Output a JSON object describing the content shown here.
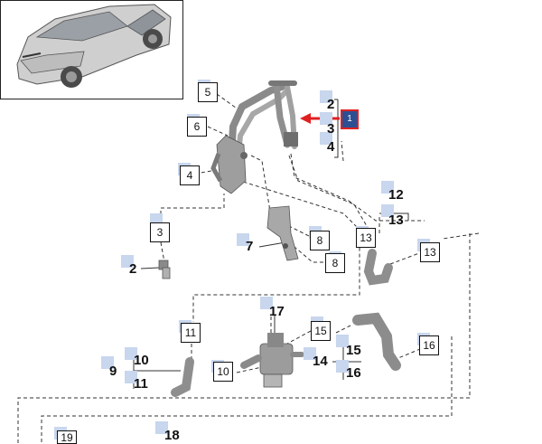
{
  "colors": {
    "marker": "#c8d6ee",
    "accent_red": "#e02020",
    "callout_fill": "#2b4f92",
    "line": "#333333",
    "part": "#9a9a9a"
  },
  "callout": {
    "label": "1"
  },
  "boxed_labels": {
    "b5": "5",
    "b6": "6",
    "b4": "4",
    "b3": "3",
    "b8a": "8",
    "b8b": "8",
    "b13a": "13",
    "b13b": "13",
    "b11": "11",
    "b10": "10",
    "b15": "15",
    "b16": "16",
    "b19": "19"
  },
  "bold_labels": {
    "l2a": "2",
    "l3a": "3",
    "l4a": "4",
    "l12": "12",
    "l13": "13",
    "l7": "7",
    "l2b": "2",
    "l17": "17",
    "l9": "9",
    "l10": "10",
    "l11": "11",
    "l14": "14",
    "l15": "15",
    "l16": "16",
    "l18": "18"
  }
}
